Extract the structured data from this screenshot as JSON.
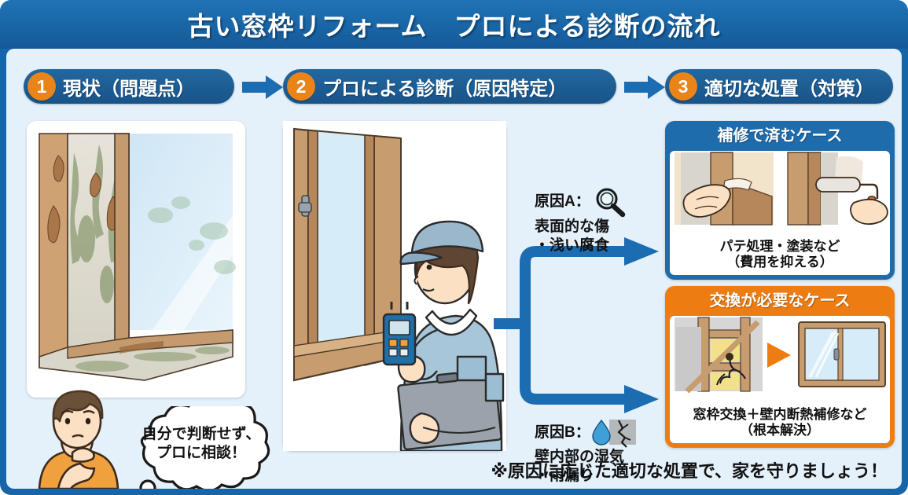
{
  "title": "古い窓枠リフォーム　プロによる診断の流れ",
  "colors": {
    "header_blue": "#1565a8",
    "pill_blue": "#1f679f",
    "step_orange": "#e8841a",
    "arrow_blue": "#1b6cb0",
    "panel_bg": "#e4f0fa",
    "repair_header": "#1f6cac",
    "replace_header": "#ed7d12"
  },
  "steps": [
    {
      "num": "1",
      "label": "現状（問題点）"
    },
    {
      "num": "2",
      "label": "プロによる診断（原因特定）"
    },
    {
      "num": "3",
      "label": "適切な処置（対策）"
    }
  ],
  "step1": {
    "image_alt": "カビと腐食のある古い木製窓枠のイラスト",
    "bubble_line1": "自分で判断せず、",
    "bubble_line2": "プロに相談！",
    "character_alt": "悩んでいる男性のイラスト"
  },
  "step2": {
    "image_alt": "水分計を持って窓枠を診断する作業員のイラスト"
  },
  "causes": [
    {
      "id": "A",
      "label": "原因A：",
      "line2": "表面的な傷",
      "line3": "・浅い腐食",
      "icon": "magnifier-icon"
    },
    {
      "id": "B",
      "label": "原因B：",
      "line2": "壁内部の湿気",
      "line3": "・雨漏り",
      "icon": "water-drop-crack-icon"
    }
  ],
  "results": [
    {
      "id": "repair",
      "header": "補修で済むケース",
      "caption_line1": "パテ処理・塗装など",
      "caption_line2": "（費用を抑える）",
      "image_alt": "パテを塗る手とローラーで塗装する手のイラスト"
    },
    {
      "id": "replace",
      "header": "交換が必要なケース",
      "caption_line1": "窓枠交換＋壁内断熱補修など",
      "caption_line2": "（根本解決）",
      "image_alt": "壁内部の構造とひび割れ、新しいサッシ窓のイラスト"
    }
  ],
  "footer_note": "※原因に応じた適切な処置で、家を守りましょう！"
}
